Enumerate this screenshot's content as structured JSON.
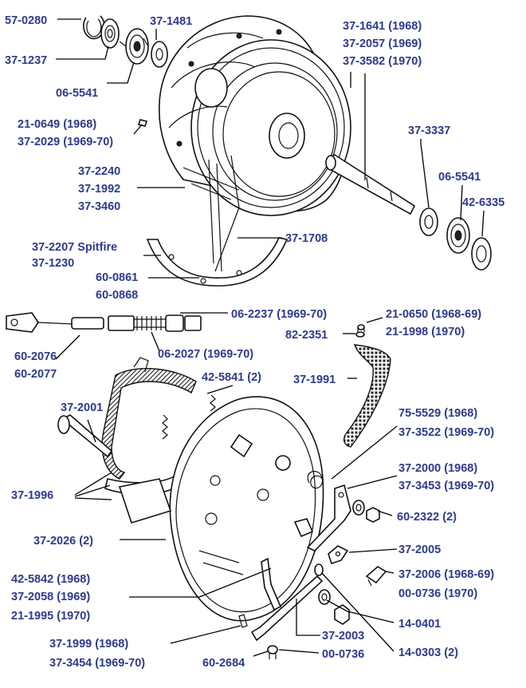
{
  "labels": {
    "l01": "57-0280",
    "l02": "37-1237",
    "l03": "06-5541",
    "l04": "37-1481",
    "l05": "37-1641 (1968)",
    "l06": "37-2057 (1969)",
    "l07": "37-3582 (1970)",
    "l08": "21-0649 (1968)",
    "l09": "37-2029 (1969-70)",
    "l10": "37-3337",
    "l11": "37-2240",
    "l12": "37-1992",
    "l13": "37-3460",
    "l14": "06-5541",
    "l15": "42-6335",
    "l16": "37-2207 Spitfire",
    "l17": "37-1230",
    "l18": "37-1708",
    "l19": "60-0861",
    "l20": "60-0868",
    "l21": "06-2237 (1969-70)",
    "l22": "21-0650 (1968-69)",
    "l23": "82-2351",
    "l24": "21-1998 (1970)",
    "l25": "60-2076",
    "l26": "60-2077",
    "l27": "06-2027 (1969-70)",
    "l28": "42-5841 (2)",
    "l29": "37-1991",
    "l30": "37-2001",
    "l31": "75-5529 (1968)",
    "l32": "37-3522 (1969-70)",
    "l33": "37-2000 (1968)",
    "l34": "37-3453 (1969-70)",
    "l35": "37-1996",
    "l36": "60-2322 (2)",
    "l37": "37-2026 (2)",
    "l38": "37-2005",
    "l39": "42-5842 (1968)",
    "l40": "37-2006 (1968-69)",
    "l41": "37-2058 (1969)",
    "l42": "00-0736 (1970)",
    "l43": "21-1995 (1970)",
    "l44": "14-0401",
    "l45": "37-1999 (1968)",
    "l46": "37-2003",
    "l47": "14-0303 (2)",
    "l48": "37-3454 (1969-70)",
    "l49": "60-2684",
    "l50": "00-0736"
  }
}
